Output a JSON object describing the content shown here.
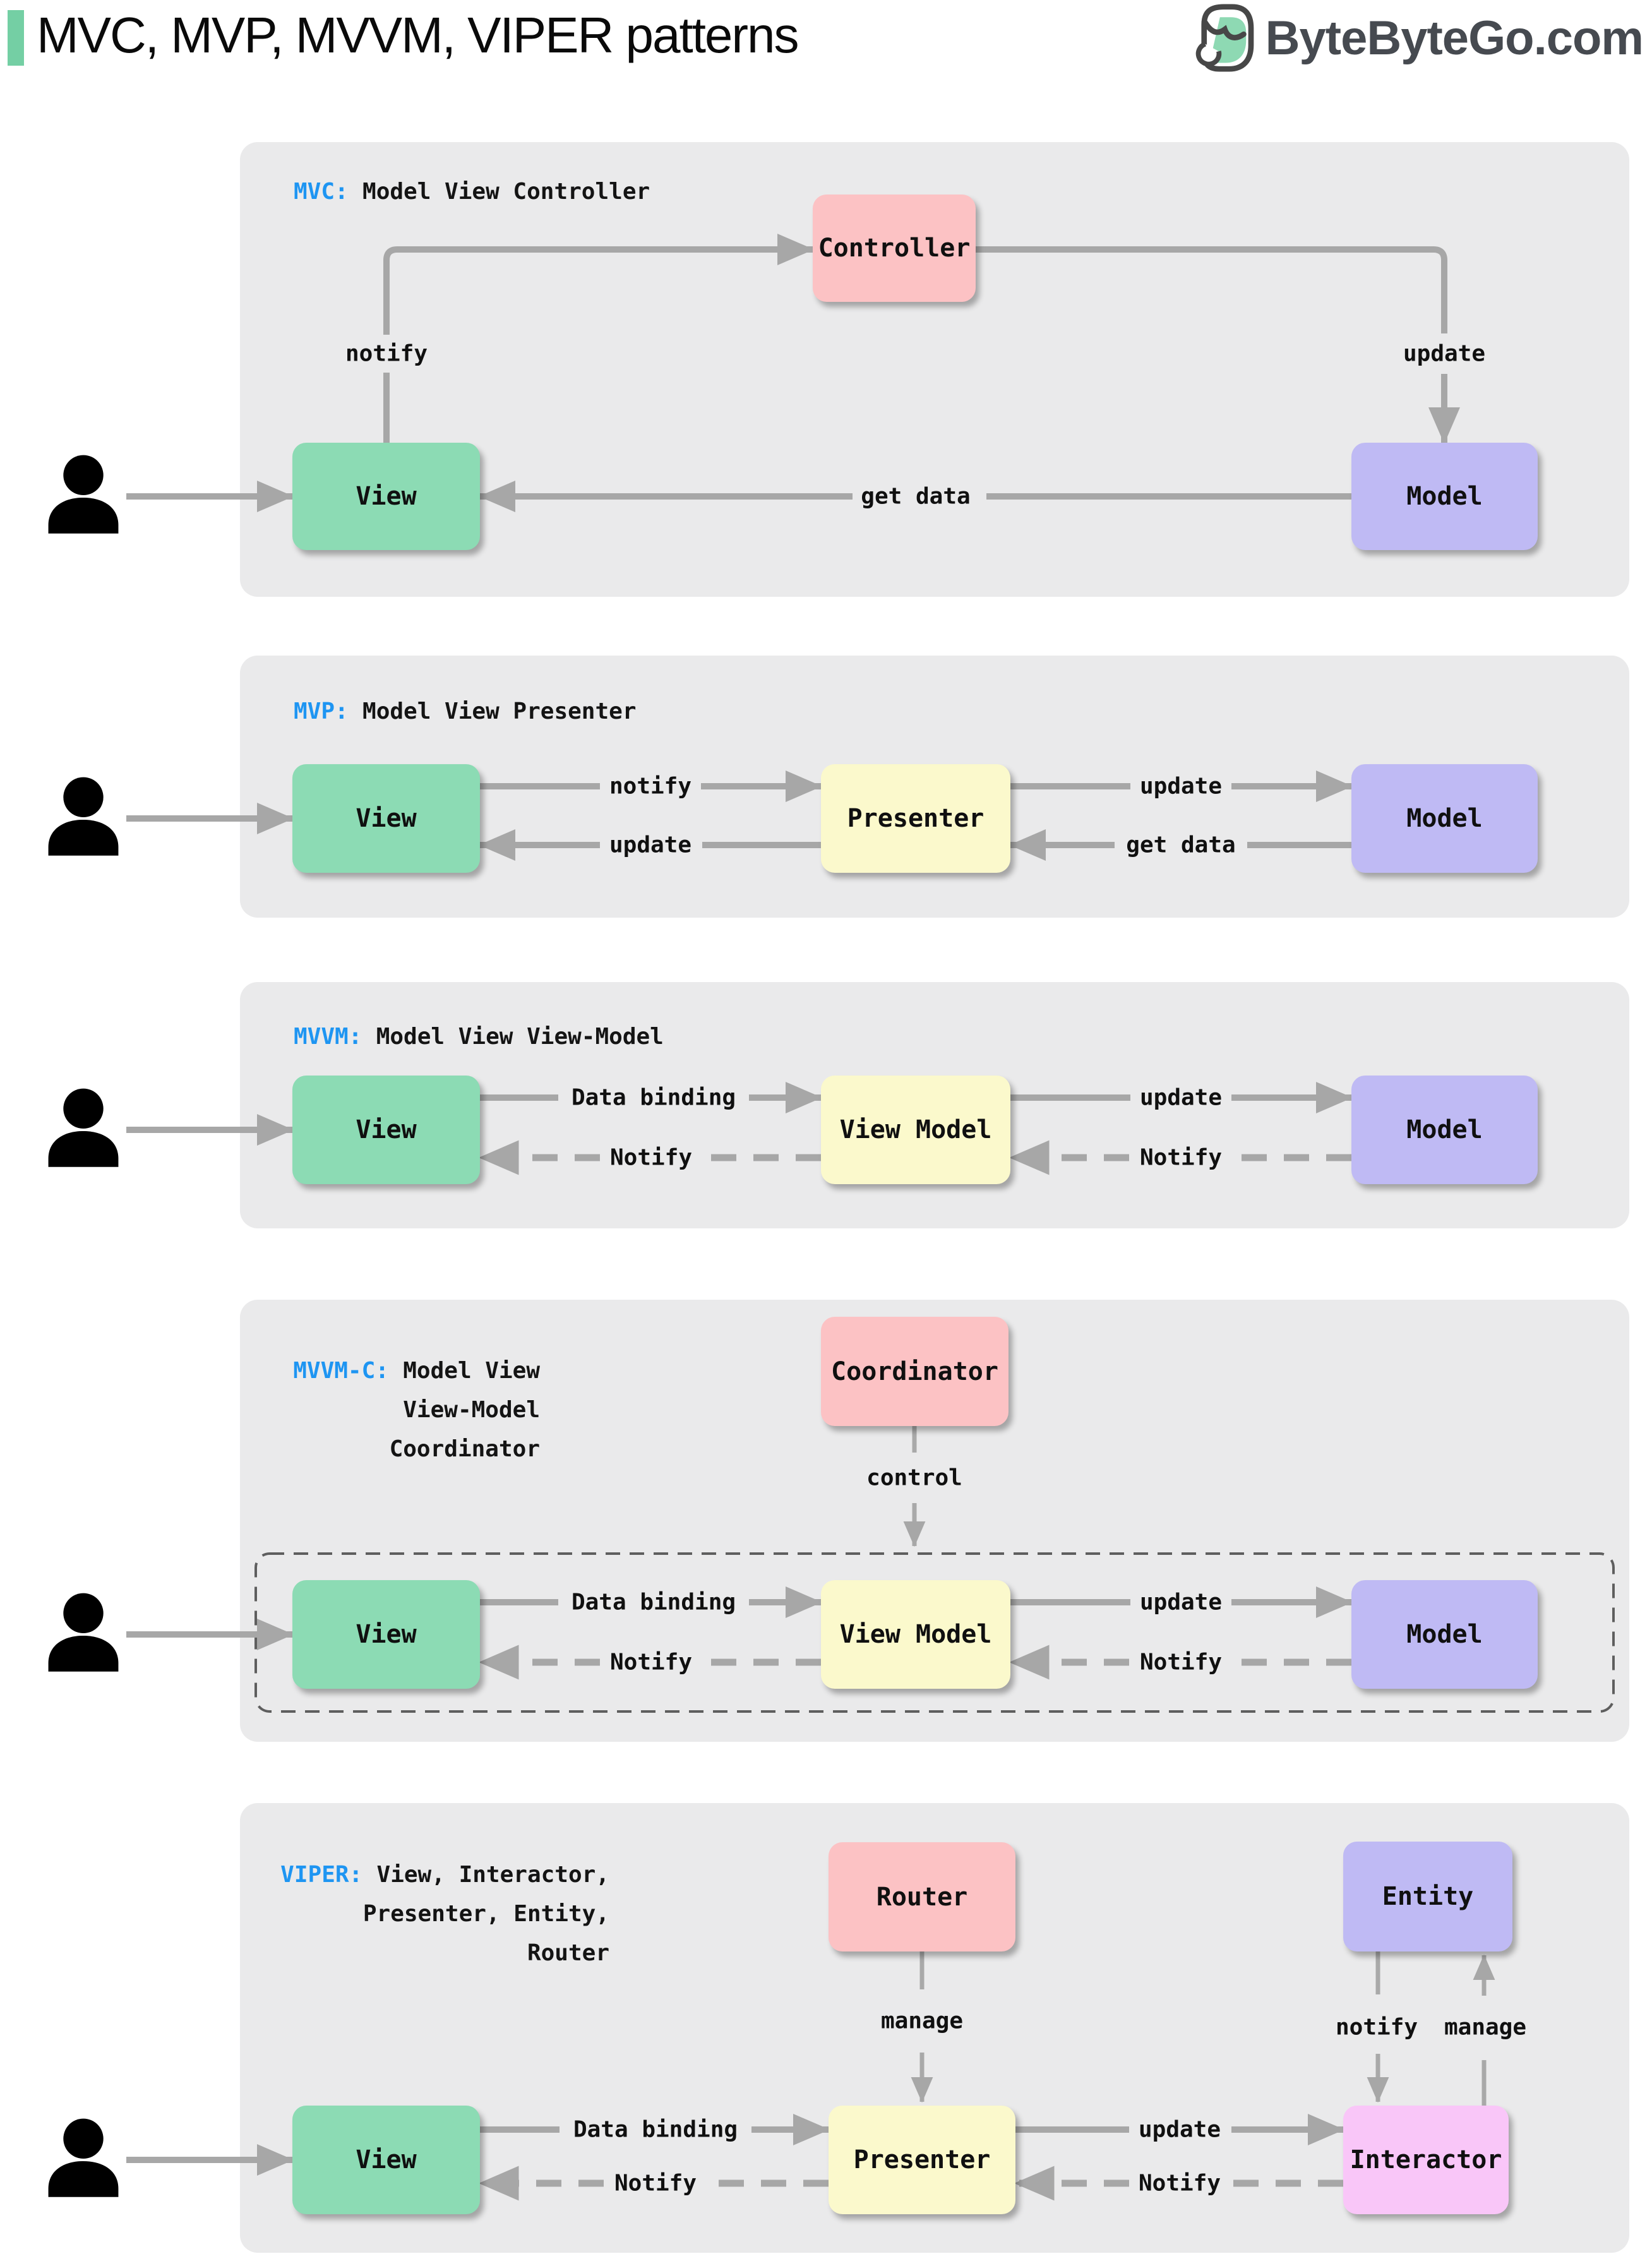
{
  "header": {
    "accent_color": "#74CFA4",
    "title": "MVC, MVP, MVVM, VIPER patterns",
    "logo_text": "ByteByteGo.com",
    "logo_icon": "bytebytego-bird-icon"
  },
  "colors": {
    "panel_bg": "#EAEAEB",
    "keyword_blue": "#1E95F2",
    "box_green": "#8CDBB4",
    "box_pink": "#FCC2C4",
    "box_yellow": "#FBF9CC",
    "box_purple": "#BFBAF4",
    "box_magenta": "#F9C6F8",
    "arrow_gray": "#A7A7A7"
  },
  "icons": {
    "user": "user-icon"
  },
  "panels": [
    {
      "name": "MVC",
      "title_prefix": "MVC:",
      "title_rest": "Model View Controller",
      "boxes": {
        "controller": "Controller",
        "view": "View",
        "model": "Model"
      },
      "labels": {
        "notify": "notify",
        "update": "update",
        "get_data": "get data"
      }
    },
    {
      "name": "MVP",
      "title_prefix": "MVP:",
      "title_rest": "Model View Presenter",
      "boxes": {
        "view": "View",
        "presenter": "Presenter",
        "model": "Model"
      },
      "labels": {
        "notify": "notify",
        "update_top": "update",
        "update_bottom": "update",
        "get_data": "get data"
      }
    },
    {
      "name": "MVVM",
      "title_prefix": "MVVM:",
      "title_rest": "Model View View-Model",
      "boxes": {
        "view": "View",
        "view_model": "View Model",
        "model": "Model"
      },
      "labels": {
        "data_binding": "Data binding",
        "update": "update",
        "notify_left": "Notify",
        "notify_right": "Notify"
      }
    },
    {
      "name": "MVVM-C",
      "title_prefix": "MVVM-C:",
      "title_lines": [
        "Model View",
        "View-Model",
        "Coordinator"
      ],
      "boxes": {
        "coordinator": "Coordinator",
        "view": "View",
        "view_model": "View Model",
        "model": "Model"
      },
      "labels": {
        "control": "control",
        "data_binding": "Data binding",
        "update": "update",
        "notify_left": "Notify",
        "notify_right": "Notify"
      }
    },
    {
      "name": "VIPER",
      "title_prefix": "VIPER:",
      "title_lines": [
        "View, Interactor,",
        "Presenter, Entity,",
        "Router"
      ],
      "boxes": {
        "router": "Router",
        "entity": "Entity",
        "view": "View",
        "presenter": "Presenter",
        "interactor": "Interactor"
      },
      "labels": {
        "manage_router": "manage",
        "notify_entity": "notify",
        "manage_entity": "manage",
        "data_binding": "Data binding",
        "update": "update",
        "notify_left": "Notify",
        "notify_right": "Notify"
      }
    }
  ]
}
